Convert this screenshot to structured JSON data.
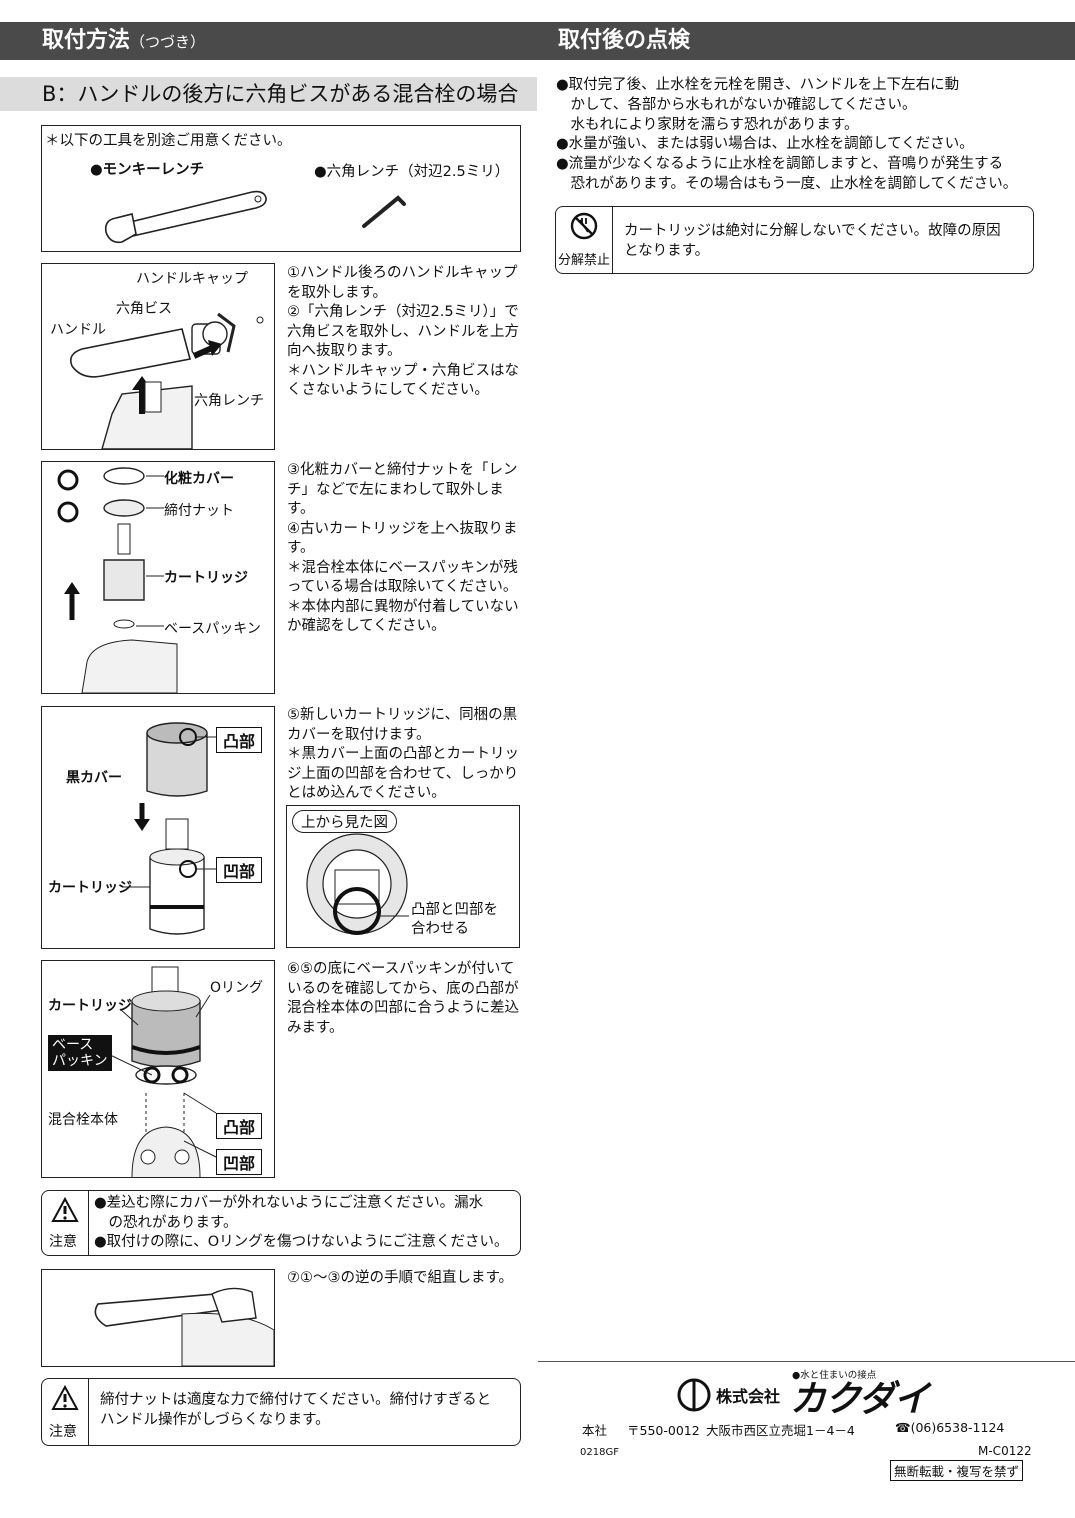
{
  "left_header": {
    "title": "取付方法",
    "sub": "（つづき）"
  },
  "right_header": {
    "title": "取付後の点検"
  },
  "section_b": {
    "title": "B：ハンドルの後方に六角ビスがある混合栓の場合"
  },
  "tools": {
    "intro": "＊以下の工具を別途ご用意ください。",
    "tool1": "●モンキーレンチ",
    "tool2": "●六角レンチ（対辺2.5ミリ）"
  },
  "step1": {
    "labels": {
      "handle_cap": "ハンドルキャップ",
      "hex_screw": "六角ビス",
      "handle": "ハンドル",
      "hex_wrench": "六角レンチ"
    },
    "text": "①ハンドル後ろのハンドルキャップを取外します。\n②「六角レンチ（対辺2.5ミリ）」で六角ビスを取外し、ハンドルを上方向へ抜取ります。\n＊ハンドルキャップ・六角ビスはなくさないようにしてください。"
  },
  "step2": {
    "labels": {
      "cover": "化粧カバー",
      "nut": "締付ナット",
      "cartridge": "カートリッジ",
      "packing": "ベースパッキン"
    },
    "text": "③化粧カバーと締付ナットを「レンチ」などで左にまわして取外します。\n④古いカートリッジを上へ抜取ります。\n＊混合栓本体にベースパッキンが残っている場合は取除いてください。\n＊本体内部に異物が付着していないか確認をしてください。"
  },
  "step3": {
    "labels": {
      "convex": "凸部",
      "black_cover": "黒カバー",
      "concave": "凹部",
      "cartridge": "カートリッジ"
    },
    "text": "⑤新しいカートリッジに、同梱の黒カバーを取付けます。\n＊黒カバー上面の凸部とカートリッジ上面の凹部を合わせて、しっかりとはめ込んでください。",
    "top_view": {
      "title": "上から見た図",
      "note": "凸部と凹部を\n合わせる"
    }
  },
  "step4": {
    "labels": {
      "cartridge": "カートリッジ",
      "oring": "Oリング",
      "base_packing": "ベース\nパッキン",
      "body": "混合栓本体",
      "convex": "凸部",
      "concave": "凹部"
    },
    "text": "⑥⑤の底にベースパッキンが付いているのを確認してから、底の凸部が混合栓本体の凹部に合うように差込みます。"
  },
  "caution1": {
    "icon_label": "注意",
    "text": "●差込む際にカバーが外れないようにご注意ください。漏水\n　の恐れがあります。\n●取付けの際に、Oリングを傷つけないようにご注意ください。"
  },
  "step5": {
    "text": "⑦①～③の逆の手順で組直します。"
  },
  "caution2": {
    "icon_label": "注意",
    "text": "締付ナットは適度な力で締付けてください。締付けすぎると\nハンドル操作がしづらくなります。"
  },
  "inspection": {
    "text": "●取付完了後、止水栓を元栓を開き、ハンドルを上下左右に動\n　かして、各部から水もれがないか確認してください。\n　水もれにより家財を濡らす恐れがあります。\n●水量が強い、または弱い場合は、止水栓を調節してください。\n●流量が少なくなるように止水栓を調節しますと、音鳴りが発生する\n　恐れがあります。その場合はもう一度、止水栓を調節してください。"
  },
  "prohibit": {
    "icon_label": "分解禁止",
    "text": "カートリッジは絶対に分解しないでください。故障の原因\nとなります。"
  },
  "footer": {
    "tagline": "●水と住まいの接点",
    "company_prefix": "株式会社",
    "company": "カクダイ",
    "head_office": "本社",
    "postal": "〒550-0012",
    "address": "大阪市西区立売堀1－4－4",
    "phone": "☎(06)6538-1124",
    "doc_code": "0218GF",
    "model": "M-C0122",
    "copyright": "無断転載・複写を禁ず"
  }
}
